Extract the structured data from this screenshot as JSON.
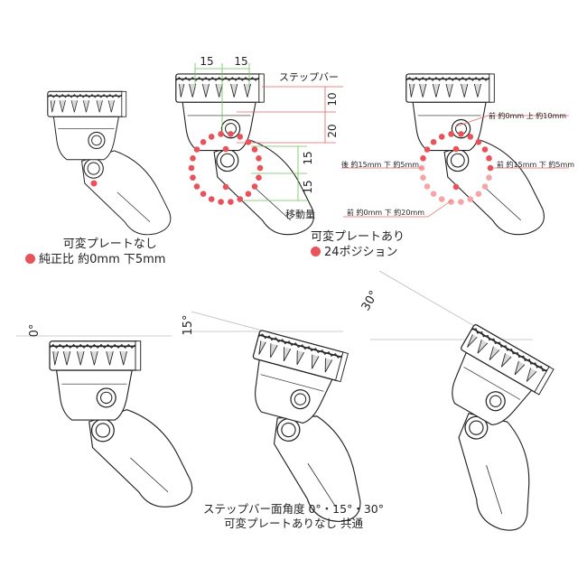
{
  "colors": {
    "accent": "#e8525a",
    "accent_light": "#f4a5a8",
    "guide_green": "#6cc15a",
    "guide_red": "#e86060",
    "line": "#222222",
    "angle_line": "#bbbbbb"
  },
  "top_left": {
    "title": "可変プレートなし",
    "note": "純正比 約0mm 下5mm"
  },
  "top_middle": {
    "dim_h1": "15",
    "dim_h2": "15",
    "label_footpeg": "ステップバー",
    "dim_v_10": "10",
    "dim_v_20": "20",
    "dim_v_15a": "15",
    "dim_v_15b": "15",
    "label_travel": "移動量",
    "title": "可変プレートあり",
    "note": "24ポジション"
  },
  "top_right": {
    "label_front_upper": "前 約0mm 上 約10mm",
    "label_rear": "後 約15mm 下 約5mm",
    "label_right": "前 約15mm 下 約5mm",
    "label_front_lower": "前 約0mm 下 約20mm"
  },
  "angles": {
    "a0": "0°",
    "a15": "15°",
    "a30": "30°"
  },
  "bottom": {
    "line1": "ステップバー面角度 0°・15°・30°",
    "line2": "可変プレートありなし 共通"
  }
}
